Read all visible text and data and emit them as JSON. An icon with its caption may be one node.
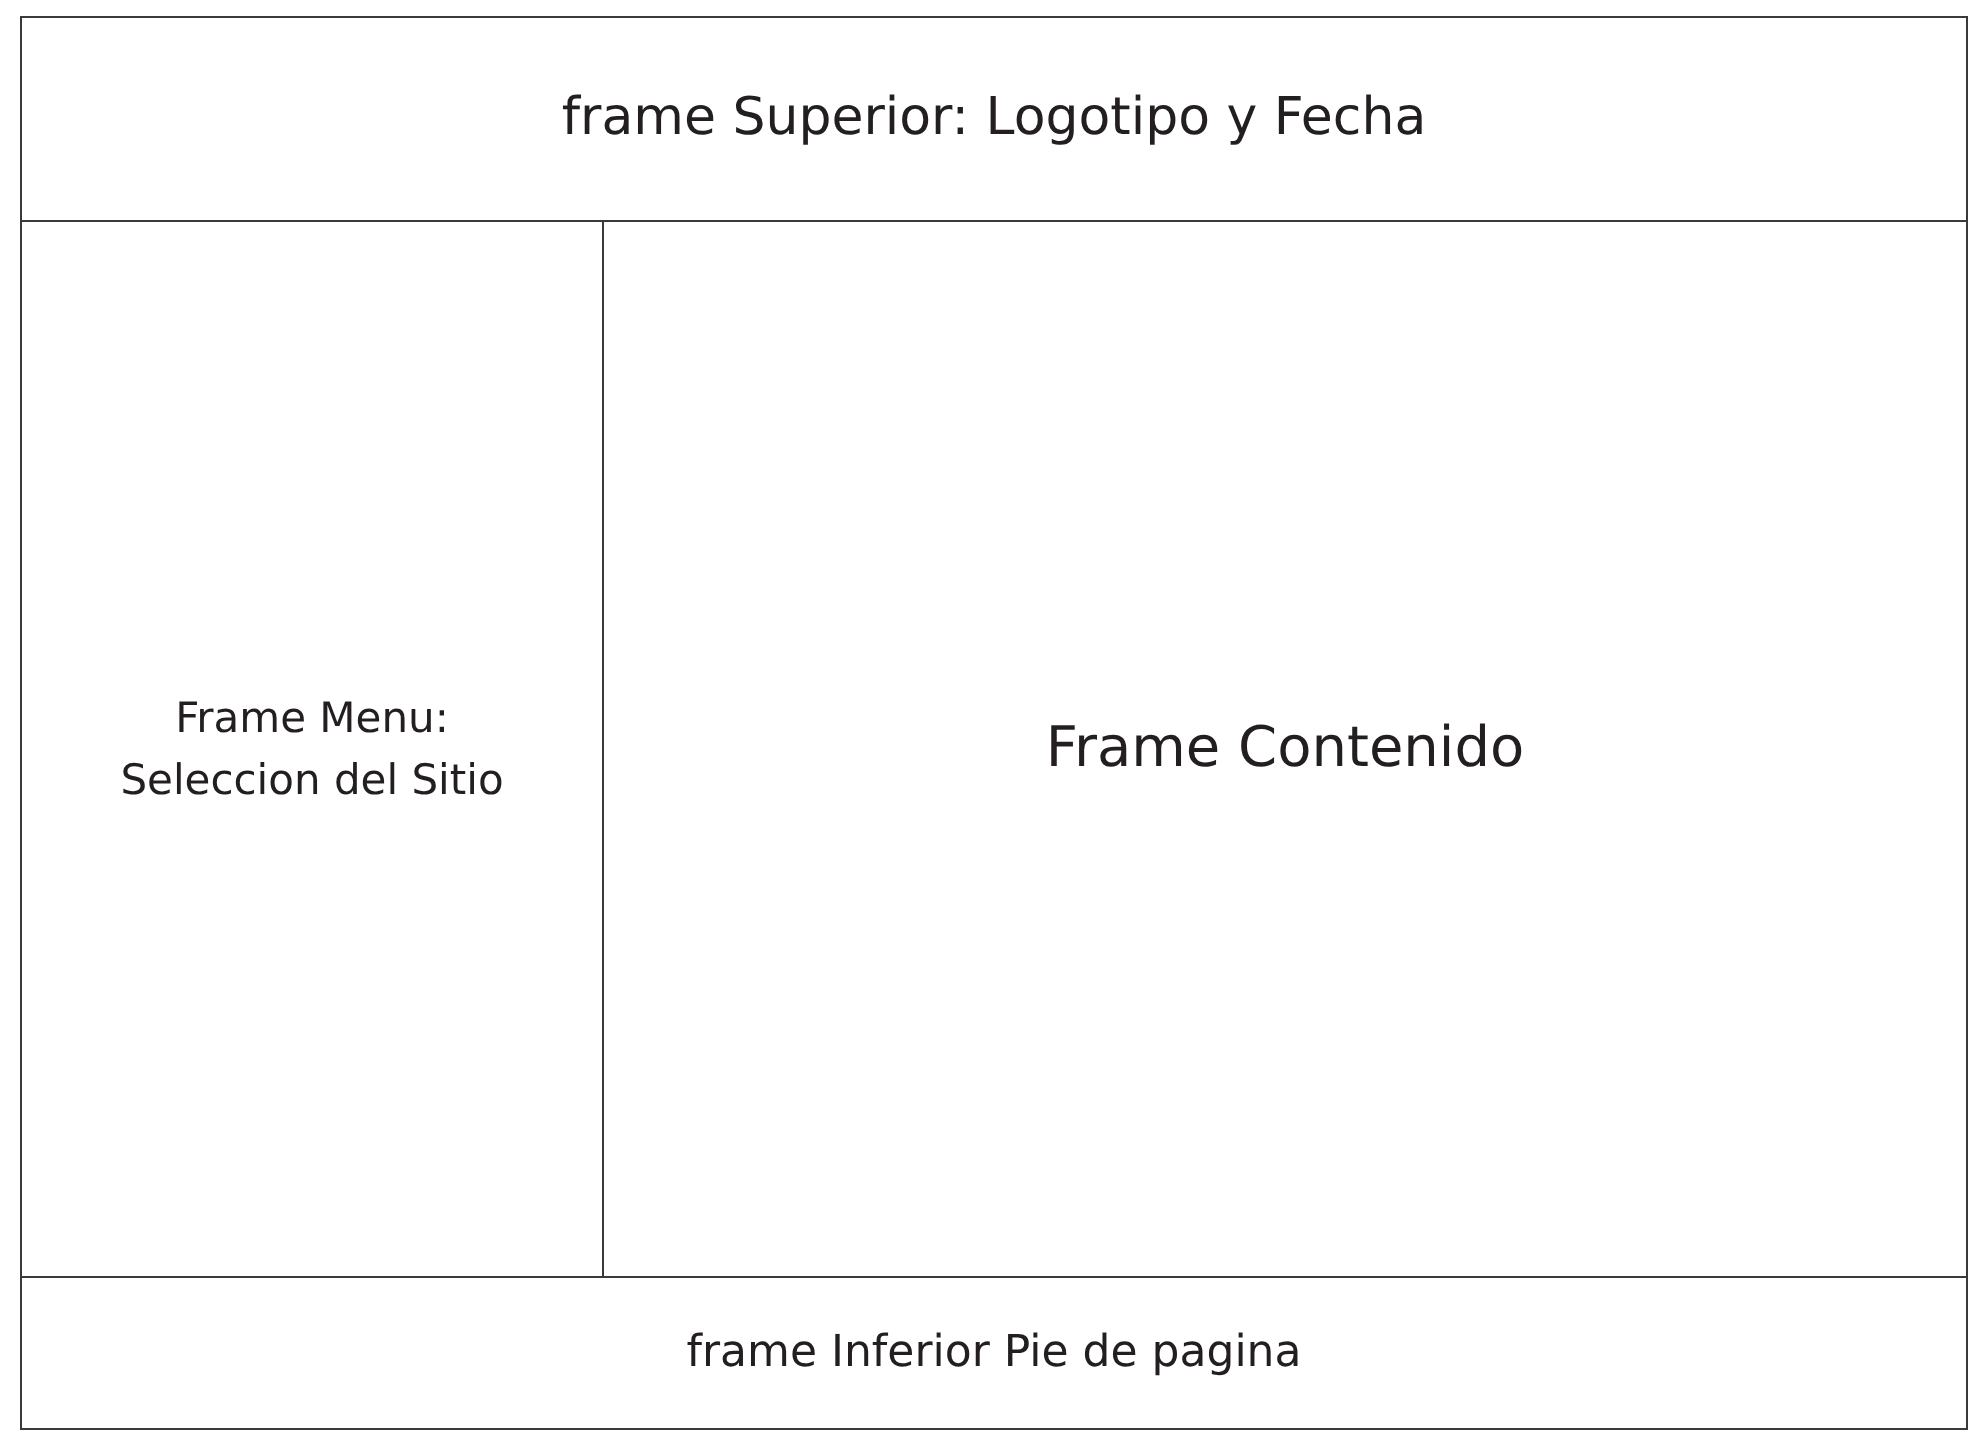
{
  "diagram": {
    "nodes": [
      {
        "text": [
          "frame Superior: Logotipo y Fecha"
        ]
      },
      {
        "text": [
          "Frame Menu: Seleccion del Sitio"
        ]
      },
      {
        "text": [
          "Frame Contenido"
        ]
      },
      {
        "text": [
          "frame Inferior Pie de pagina"
        ]
      }
    ]
  }
}
